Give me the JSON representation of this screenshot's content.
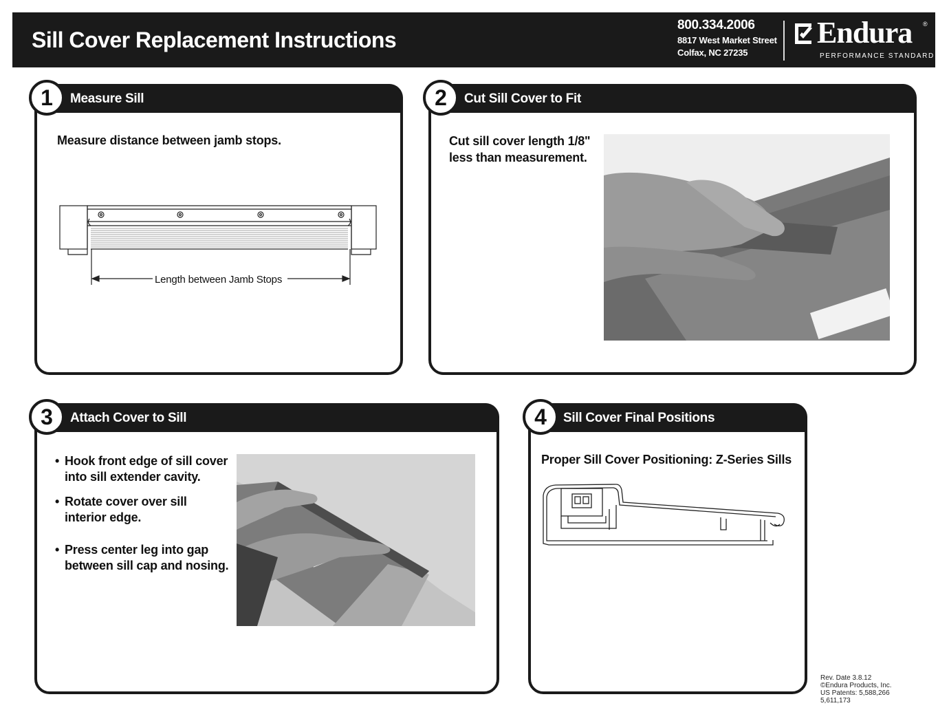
{
  "header": {
    "title": "Sill Cover Replacement Instructions",
    "phone": "800.334.2006",
    "address_line1": "8817 West Market Street",
    "address_line2": "Colfax, NC 27235",
    "logo_text": "Endura",
    "logo_registered": "®",
    "logo_tagline": "PERFORMANCE STANDARD"
  },
  "steps": [
    {
      "number": "1",
      "title": "Measure Sill",
      "text": "Measure distance between jamb stops.",
      "diagram_label": "Length between Jamb Stops"
    },
    {
      "number": "2",
      "title": "Cut Sill Cover to Fit",
      "text_line1": "Cut sill cover length 1/8\"",
      "text_line2": "less than measurement."
    },
    {
      "number": "3",
      "title": "Attach Cover to Sill",
      "bullets": [
        {
          "line1": "Hook front edge of sill cover",
          "line2": "into sill extender cavity."
        },
        {
          "line1": "Rotate cover over sill",
          "line2": "interior edge."
        },
        {
          "line1": "Press center leg into gap",
          "line2": "between sill cap and nosing."
        }
      ]
    },
    {
      "number": "4",
      "title": "Sill Cover Final Positions",
      "text": "Proper Sill Cover Positioning: Z-Series Sills"
    }
  ],
  "footer": {
    "rev_date": "Rev. Date 3.8.12",
    "copyright": "©Endura Products, Inc.",
    "patents_line1": "US Patents: 5,588,266",
    "patents_line2": "5,611,173"
  },
  "colors": {
    "dark": "#1a1a1a",
    "photo_bg": "#d8d8d8"
  }
}
